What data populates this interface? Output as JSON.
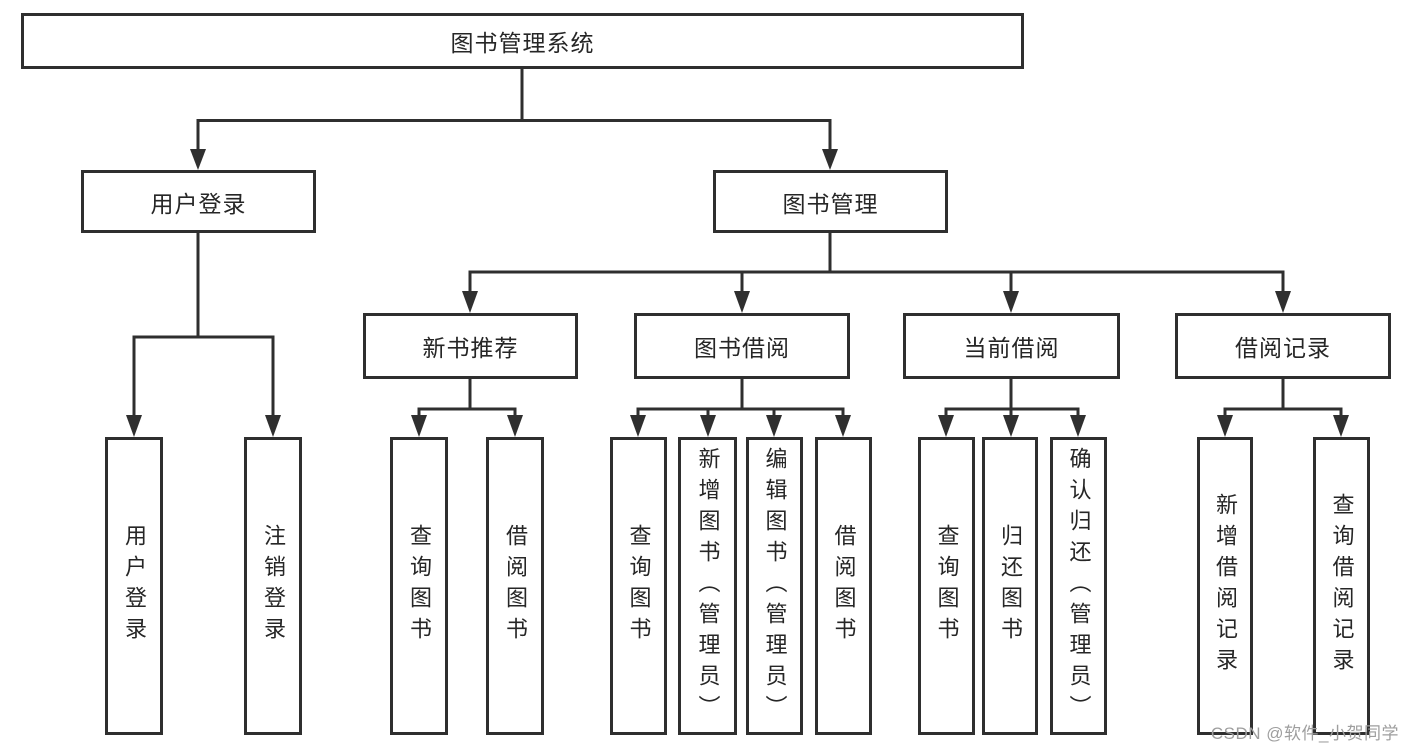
{
  "colors": {
    "line": "#2f2f2f",
    "text": "#262626",
    "background": "#ffffff",
    "watermark": "#9e9e9e"
  },
  "watermark": {
    "text": "CSDN @软件_小贺同学"
  },
  "nodes": {
    "root": {
      "id": "library-management-system",
      "label": "图书管理系统"
    },
    "level2": [
      {
        "id": "user-login",
        "label": "用户登录",
        "parent": "library-management-system"
      },
      {
        "id": "book-management",
        "label": "图书管理",
        "parent": "library-management-system"
      }
    ],
    "level3": [
      {
        "id": "new-book-recommend",
        "label": "新书推荐",
        "parent": "book-management"
      },
      {
        "id": "book-borrow",
        "label": "图书借阅",
        "parent": "book-management"
      },
      {
        "id": "current-borrow",
        "label": "当前借阅",
        "parent": "book-management"
      },
      {
        "id": "borrow-records",
        "label": "借阅记录",
        "parent": "book-management"
      }
    ],
    "leaves": [
      {
        "id": "leaf-user-login",
        "label": "用户登录",
        "parent": "user-login"
      },
      {
        "id": "leaf-logout",
        "label": "注销登录",
        "parent": "user-login"
      },
      {
        "id": "leaf-query-books-recommend",
        "label": "查询图书",
        "parent": "new-book-recommend"
      },
      {
        "id": "leaf-borrow-books-recommend",
        "label": "借阅图书",
        "parent": "new-book-recommend"
      },
      {
        "id": "leaf-query-books-borrow",
        "label": "查询图书",
        "parent": "book-borrow"
      },
      {
        "id": "leaf-add-books-admin",
        "label": "新增图书（管理员）",
        "parent": "book-borrow"
      },
      {
        "id": "leaf-edit-books-admin",
        "label": "编辑图书（管理员）",
        "parent": "book-borrow"
      },
      {
        "id": "leaf-borrow-books",
        "label": "借阅图书",
        "parent": "book-borrow"
      },
      {
        "id": "leaf-query-books-current",
        "label": "查询图书",
        "parent": "current-borrow"
      },
      {
        "id": "leaf-return-books",
        "label": "归还图书",
        "parent": "current-borrow"
      },
      {
        "id": "leaf-confirm-return-admin",
        "label": "确认归还（管理员）",
        "parent": "current-borrow"
      },
      {
        "id": "leaf-add-borrow-record",
        "label": "新增借阅记录",
        "parent": "borrow-records"
      },
      {
        "id": "leaf-query-borrow-record",
        "label": "查询借阅记录",
        "parent": "borrow-records"
      }
    ]
  }
}
